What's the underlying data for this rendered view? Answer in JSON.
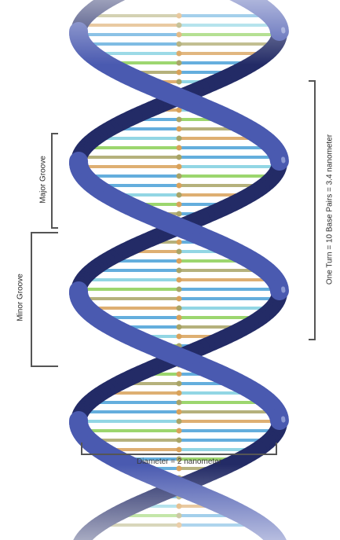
{
  "labels": {
    "major_groove": "Major Groove",
    "minor_groove": "Minor Groove",
    "one_turn": "One Turn = 10 Base Pairs = 3.4 nanometer",
    "diameter": "Diameter = 2 nanometer"
  },
  "colors": {
    "backbone_dark": "#232b66",
    "backbone_mid": "#4a5ab0",
    "backbone_light": "#a9b4e3",
    "base_blue": "#4aa0d8",
    "base_cyan": "#7fd0e0",
    "base_green": "#8bcf55",
    "base_olive": "#a9a466",
    "base_orange": "#d9a25a",
    "bracket": "#555555"
  }
}
